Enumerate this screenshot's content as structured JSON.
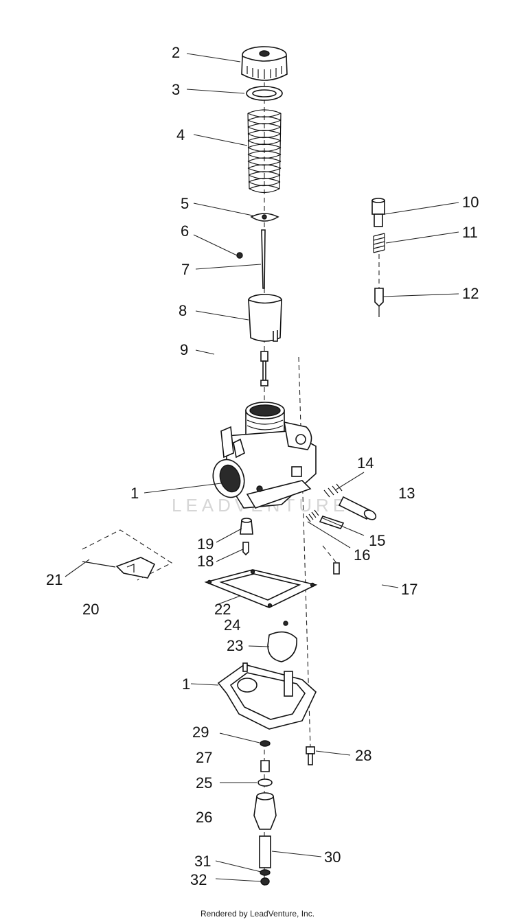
{
  "watermark": "LEADVENTURE",
  "footer": "Rendered by LeadVenture, Inc.",
  "callouts": {
    "c1a": "1",
    "c1b": "1",
    "c2": "2",
    "c3": "3",
    "c4": "4",
    "c5": "5",
    "c6": "6",
    "c7": "7",
    "c8": "8",
    "c9": "9",
    "c10": "10",
    "c11": "11",
    "c12": "12",
    "c13": "13",
    "c14": "14",
    "c15": "15",
    "c16": "16",
    "c17": "17",
    "c18": "18",
    "c19": "19",
    "c20": "20",
    "c21": "21",
    "c22": "22",
    "c23": "23",
    "c24": "24",
    "c25": "25",
    "c26": "26",
    "c27": "27",
    "c28": "28",
    "c29": "29",
    "c30": "30",
    "c31": "31",
    "c32": "32"
  }
}
